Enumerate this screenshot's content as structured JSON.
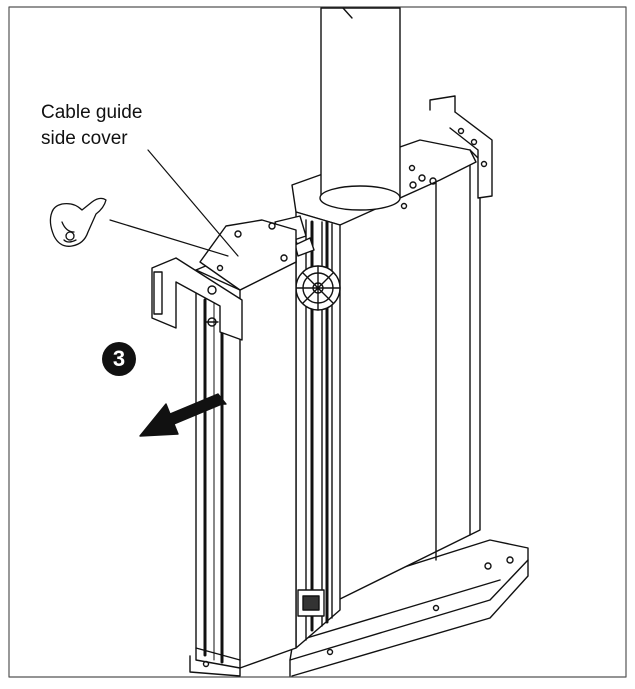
{
  "callout": {
    "line1": "Cable guide",
    "line2": "side cover"
  },
  "step": {
    "number": "3"
  },
  "colors": {
    "line": "#111111",
    "background": "#ffffff",
    "badge": "#111111",
    "badge_text": "#ffffff"
  },
  "icons": [
    "hand-icon",
    "arrow-left-down-icon",
    "fan-wheel-icon"
  ]
}
